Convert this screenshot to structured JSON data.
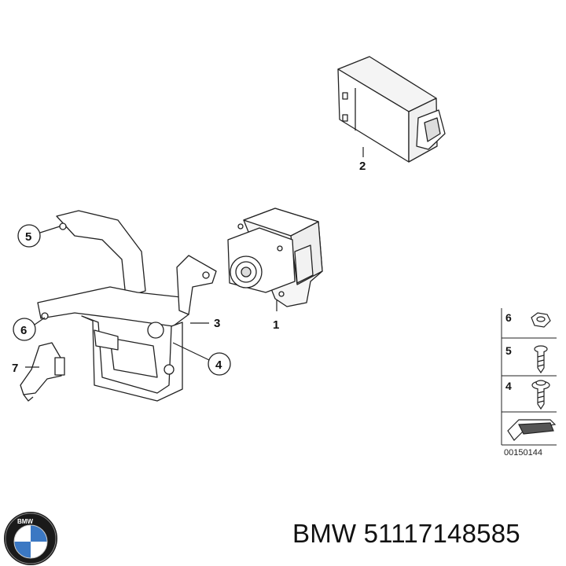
{
  "diagram": {
    "callouts": [
      {
        "id": "1",
        "text": "1"
      },
      {
        "id": "2",
        "text": "2"
      },
      {
        "id": "3",
        "text": "3"
      },
      {
        "id": "4",
        "text": "4"
      },
      {
        "id": "5",
        "text": "5"
      },
      {
        "id": "6",
        "text": "6"
      },
      {
        "id": "7",
        "text": "7"
      }
    ],
    "legend": [
      {
        "text": "6",
        "part": "nut-icon"
      },
      {
        "text": "5",
        "part": "screw-icon"
      },
      {
        "text": "4",
        "part": "flange-screw-icon"
      }
    ],
    "drawing_number": "00150144"
  },
  "footer": {
    "brand": "BMW",
    "part_number": "BMW 51117148585"
  },
  "colors": {
    "line": "#222222",
    "brand_blue": "#3b78c3"
  }
}
